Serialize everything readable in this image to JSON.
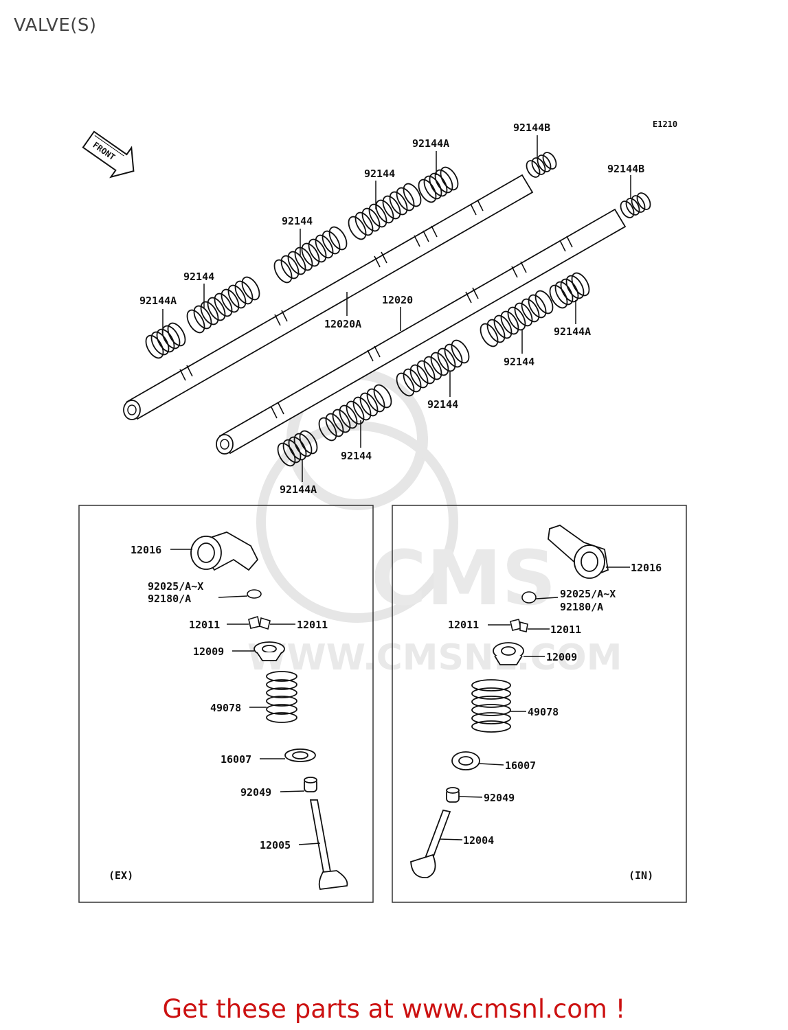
{
  "title": "VALVE(S)",
  "figure_code": "E1210",
  "front_label": "FRONT",
  "watermark": {
    "brand": "CMS",
    "url": "WWW.CMSNL.COM"
  },
  "top_labels": {
    "a1": "92144A",
    "a2": "92144",
    "a3": "92144",
    "a4": "92144",
    "a5": "92144A",
    "a6": "92144B",
    "shaft_a": "12020A",
    "shaft_b": "12020",
    "b1": "92144B",
    "b2": "92144A",
    "b3": "92144",
    "b4": "92144",
    "b5": "92144",
    "b6": "92144A"
  },
  "ex_panel": {
    "tag": "(EX)",
    "labels": {
      "rocker": "12016",
      "shim1": "92025/A~X",
      "shim2": "92180/A",
      "cotter_l": "12011",
      "cotter_r": "12011",
      "retainer": "12009",
      "spring": "49078",
      "seat": "16007",
      "seal": "92049",
      "valve": "12005"
    }
  },
  "in_panel": {
    "tag": "(IN)",
    "labels": {
      "rocker": "12016",
      "shim1": "92025/A~X",
      "shim2": "92180/A",
      "cotter_l": "12011",
      "cotter_r": "12011",
      "retainer": "12009",
      "spring": "49078",
      "seat": "16007",
      "seal": "92049",
      "valve": "12004"
    }
  },
  "footer": "Get these parts at www.cmsnl.com !"
}
